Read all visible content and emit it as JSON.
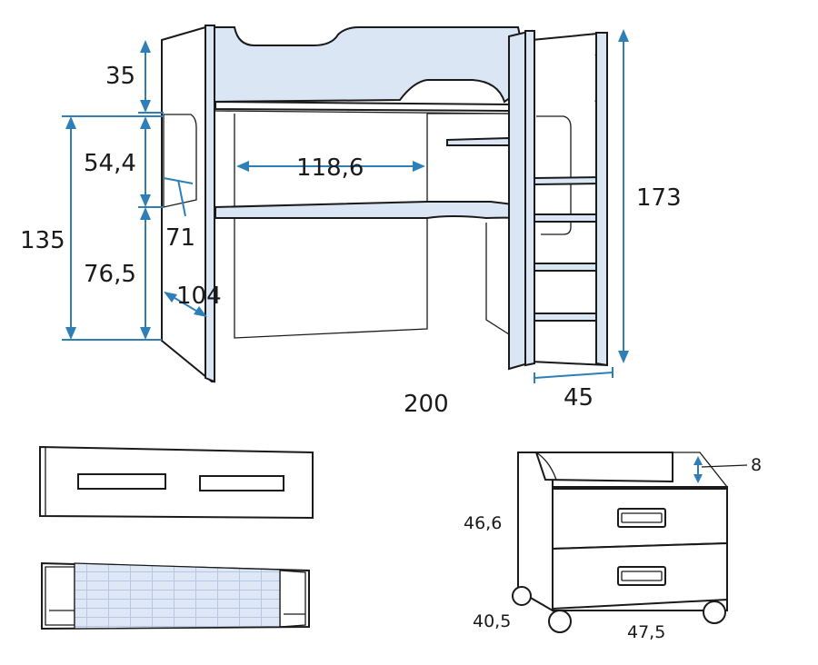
{
  "colors": {
    "ink": "#1a1a1a",
    "panel_tint": "#dbe6f5",
    "dimension_line": "#2e7fb8",
    "background": "#ffffff"
  },
  "loft_bed": {
    "dim_top_gap": "35",
    "dim_total_height": "135",
    "dim_upper_section": "54,4",
    "dim_desk_height": "76,5",
    "dim_desk_width": "118,6",
    "dim_desk_depth": "71",
    "dim_side_depth": "104",
    "dim_overall_height": "173",
    "dim_overall_length": "200",
    "dim_ladder_depth": "45"
  },
  "drawer_unit": {
    "dim_rim_height": "8",
    "dim_height": "46,6",
    "dim_depth": "40,5",
    "dim_width": "47,5"
  }
}
